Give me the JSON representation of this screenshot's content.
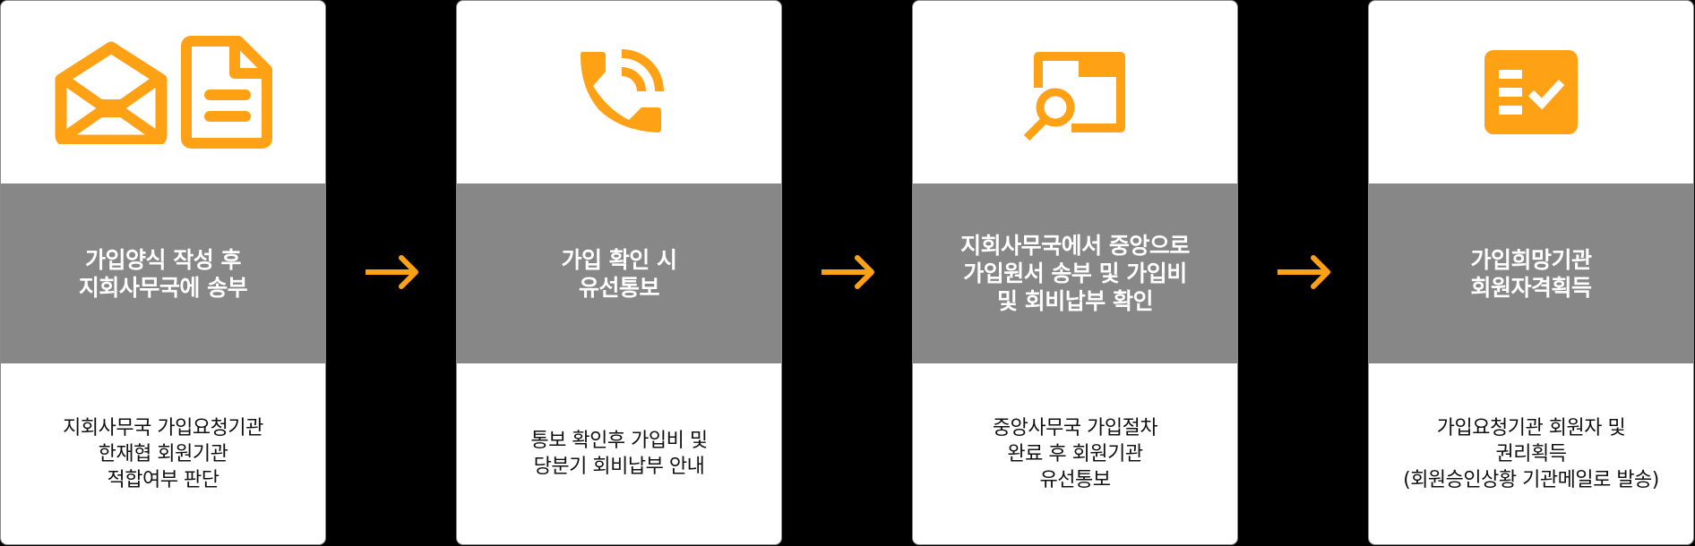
{
  "colors": {
    "accent": "#FFA115",
    "band": "#878787",
    "background": "#000000",
    "card": "#FFFFFF"
  },
  "steps": [
    {
      "icon": "envelope-and-document-icon",
      "title": "가입양식 작성 후\n지회사무국에 송부",
      "description": "지회사무국 가입요청기관\n한재협 회원기관\n적합여부 판단"
    },
    {
      "icon": "phone-call-icon",
      "title": "가입 확인 시\n유선통보",
      "description": "통보 확인후 가입비 및\n당분기 회비납부 안내"
    },
    {
      "icon": "folder-search-icon",
      "title": "지회사무국에서 중앙으로\n가입원서 송부 및 가입비\n및 회비납부 확인",
      "description": "중앙사무국 가입절차\n완료 후 회원기관\n유선통보"
    },
    {
      "icon": "checklist-icon",
      "title": "가입희망기관\n회원자격획득",
      "description": "가입요청기관 회원자 및\n권리획득\n(회원승인상황 기관메일로 발송)"
    }
  ],
  "arrows": [
    "arrow-right-icon",
    "arrow-right-icon",
    "arrow-right-icon"
  ]
}
